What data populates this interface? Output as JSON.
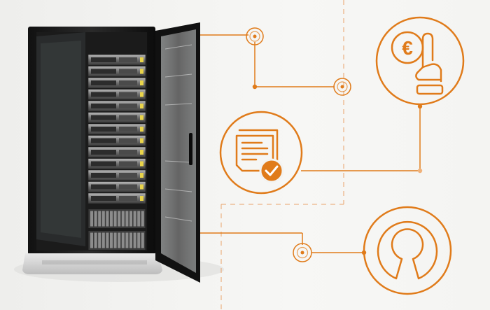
{
  "scene": {
    "accent_color": "#e07b1a",
    "background_color": "#f3f3f1",
    "rack": {
      "server_units": 13,
      "storage_units": 2,
      "door_state": "open"
    },
    "icons": [
      {
        "name": "euro-hand-icon",
        "symbol": "€"
      },
      {
        "name": "certified-document-icon"
      },
      {
        "name": "open-source-keyhole-icon"
      }
    ],
    "connector_nodes": 3
  }
}
